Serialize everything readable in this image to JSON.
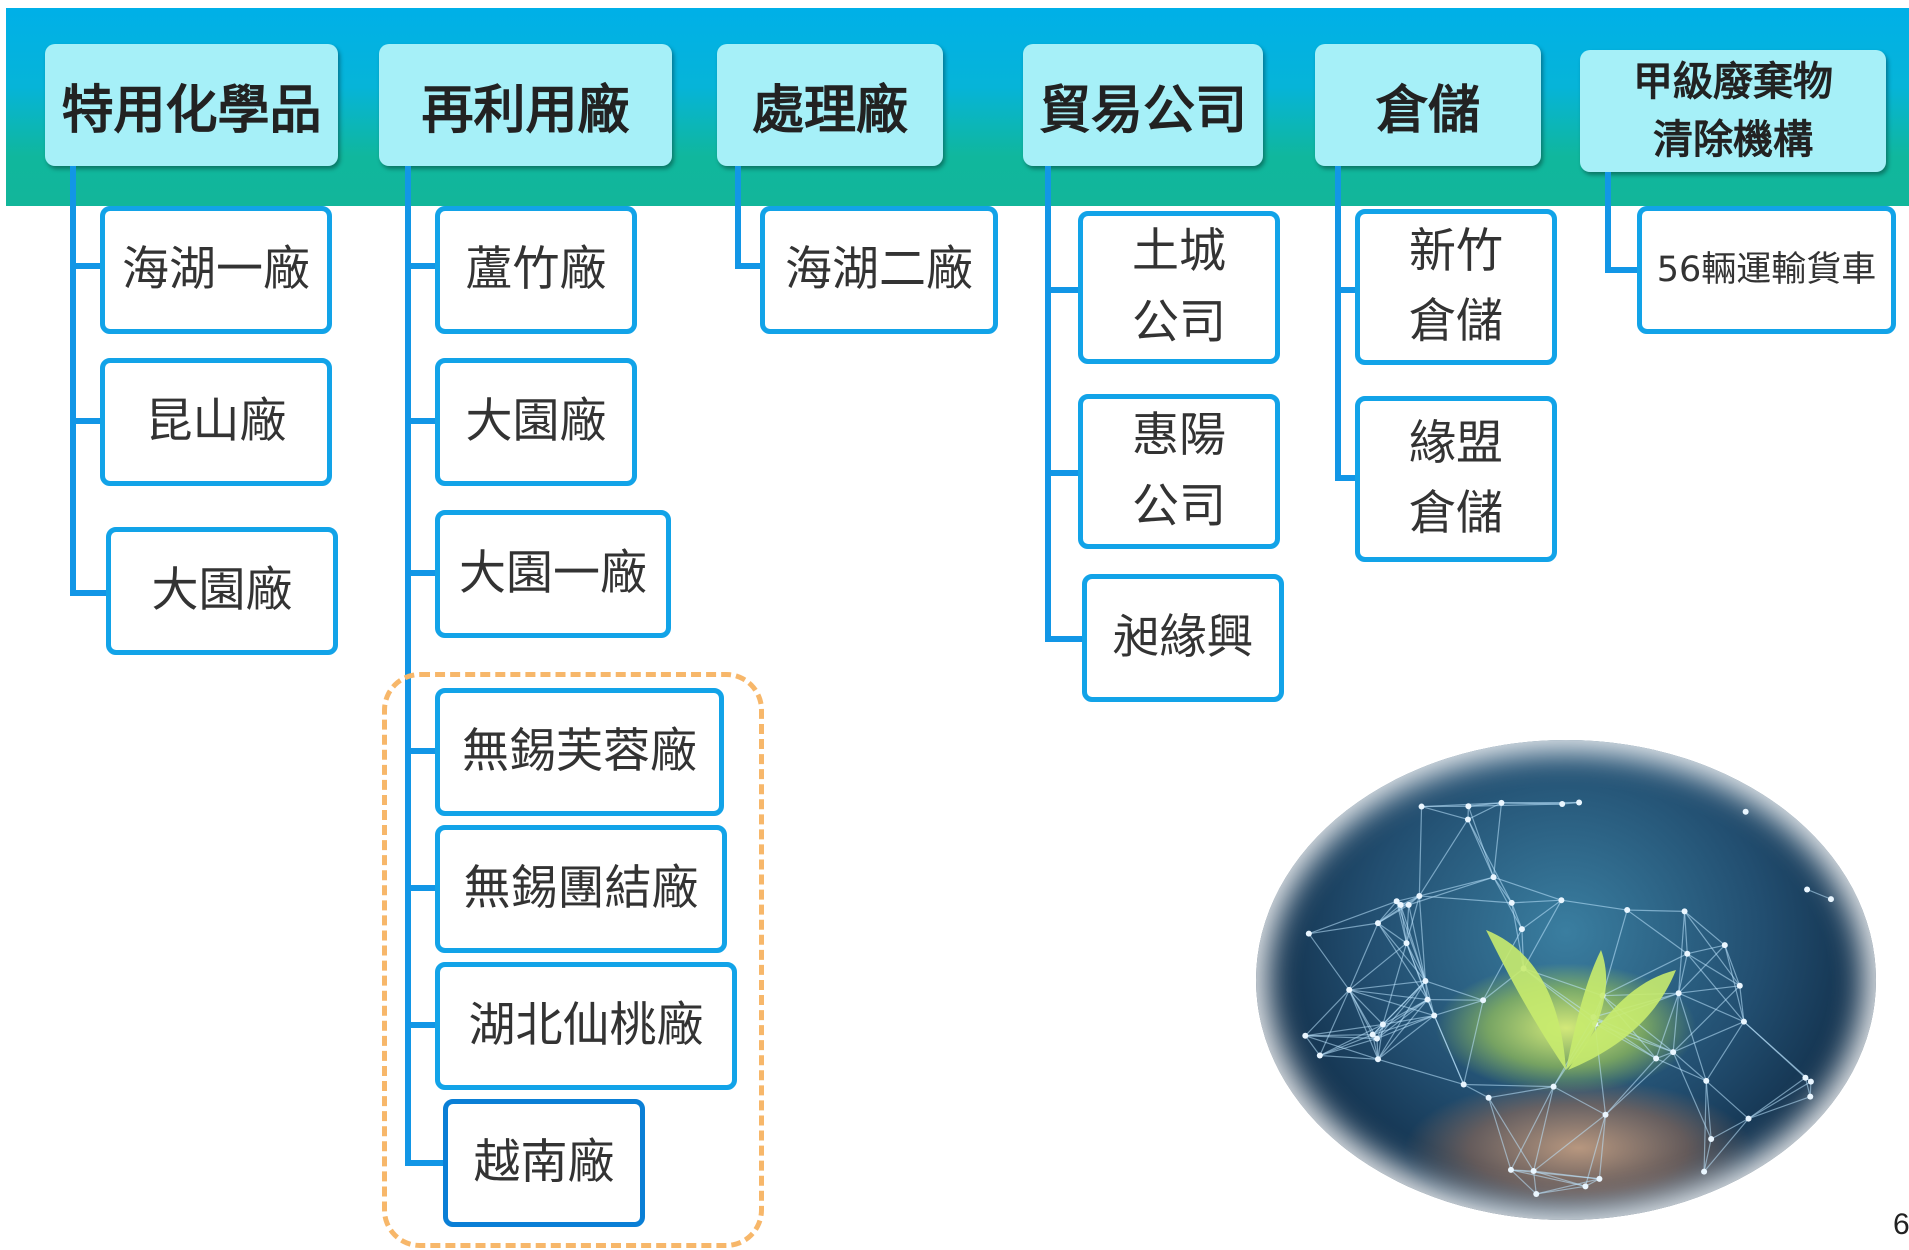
{
  "columns": [
    {
      "title": "特用化學品",
      "children": [
        "海湖一廠",
        "昆山廠",
        "大園廠"
      ]
    },
    {
      "title": "再利用廠",
      "children": [
        "蘆竹廠",
        "大園廠",
        "大園一廠",
        "無錫芙蓉廠",
        "無錫團結廠",
        "湖北仙桃廠",
        "越南廠"
      ]
    },
    {
      "title": "處理廠",
      "children": [
        "海湖二廠"
      ]
    },
    {
      "title": "貿易公司",
      "children": [
        "土城\n公司",
        "惠陽\n公司",
        "昶緣興"
      ]
    },
    {
      "title": "倉儲",
      "children": [
        "新竹\n倉儲",
        "緣盟\n倉儲"
      ]
    },
    {
      "title": "甲級廢棄物\n清除機構",
      "children": [
        "56輛運輸貨車"
      ]
    }
  ],
  "page_number": "6",
  "colors": {
    "header_band_top": "#00b0e8",
    "header_band_bottom": "#12b69a",
    "header_box_fill": "#a6f0f8",
    "child_box_border": "#12a3e8",
    "connector": "#1296e6",
    "dashed_group_border": "#f7b76a"
  },
  "icons": [
    "seedling-globe-photo"
  ]
}
